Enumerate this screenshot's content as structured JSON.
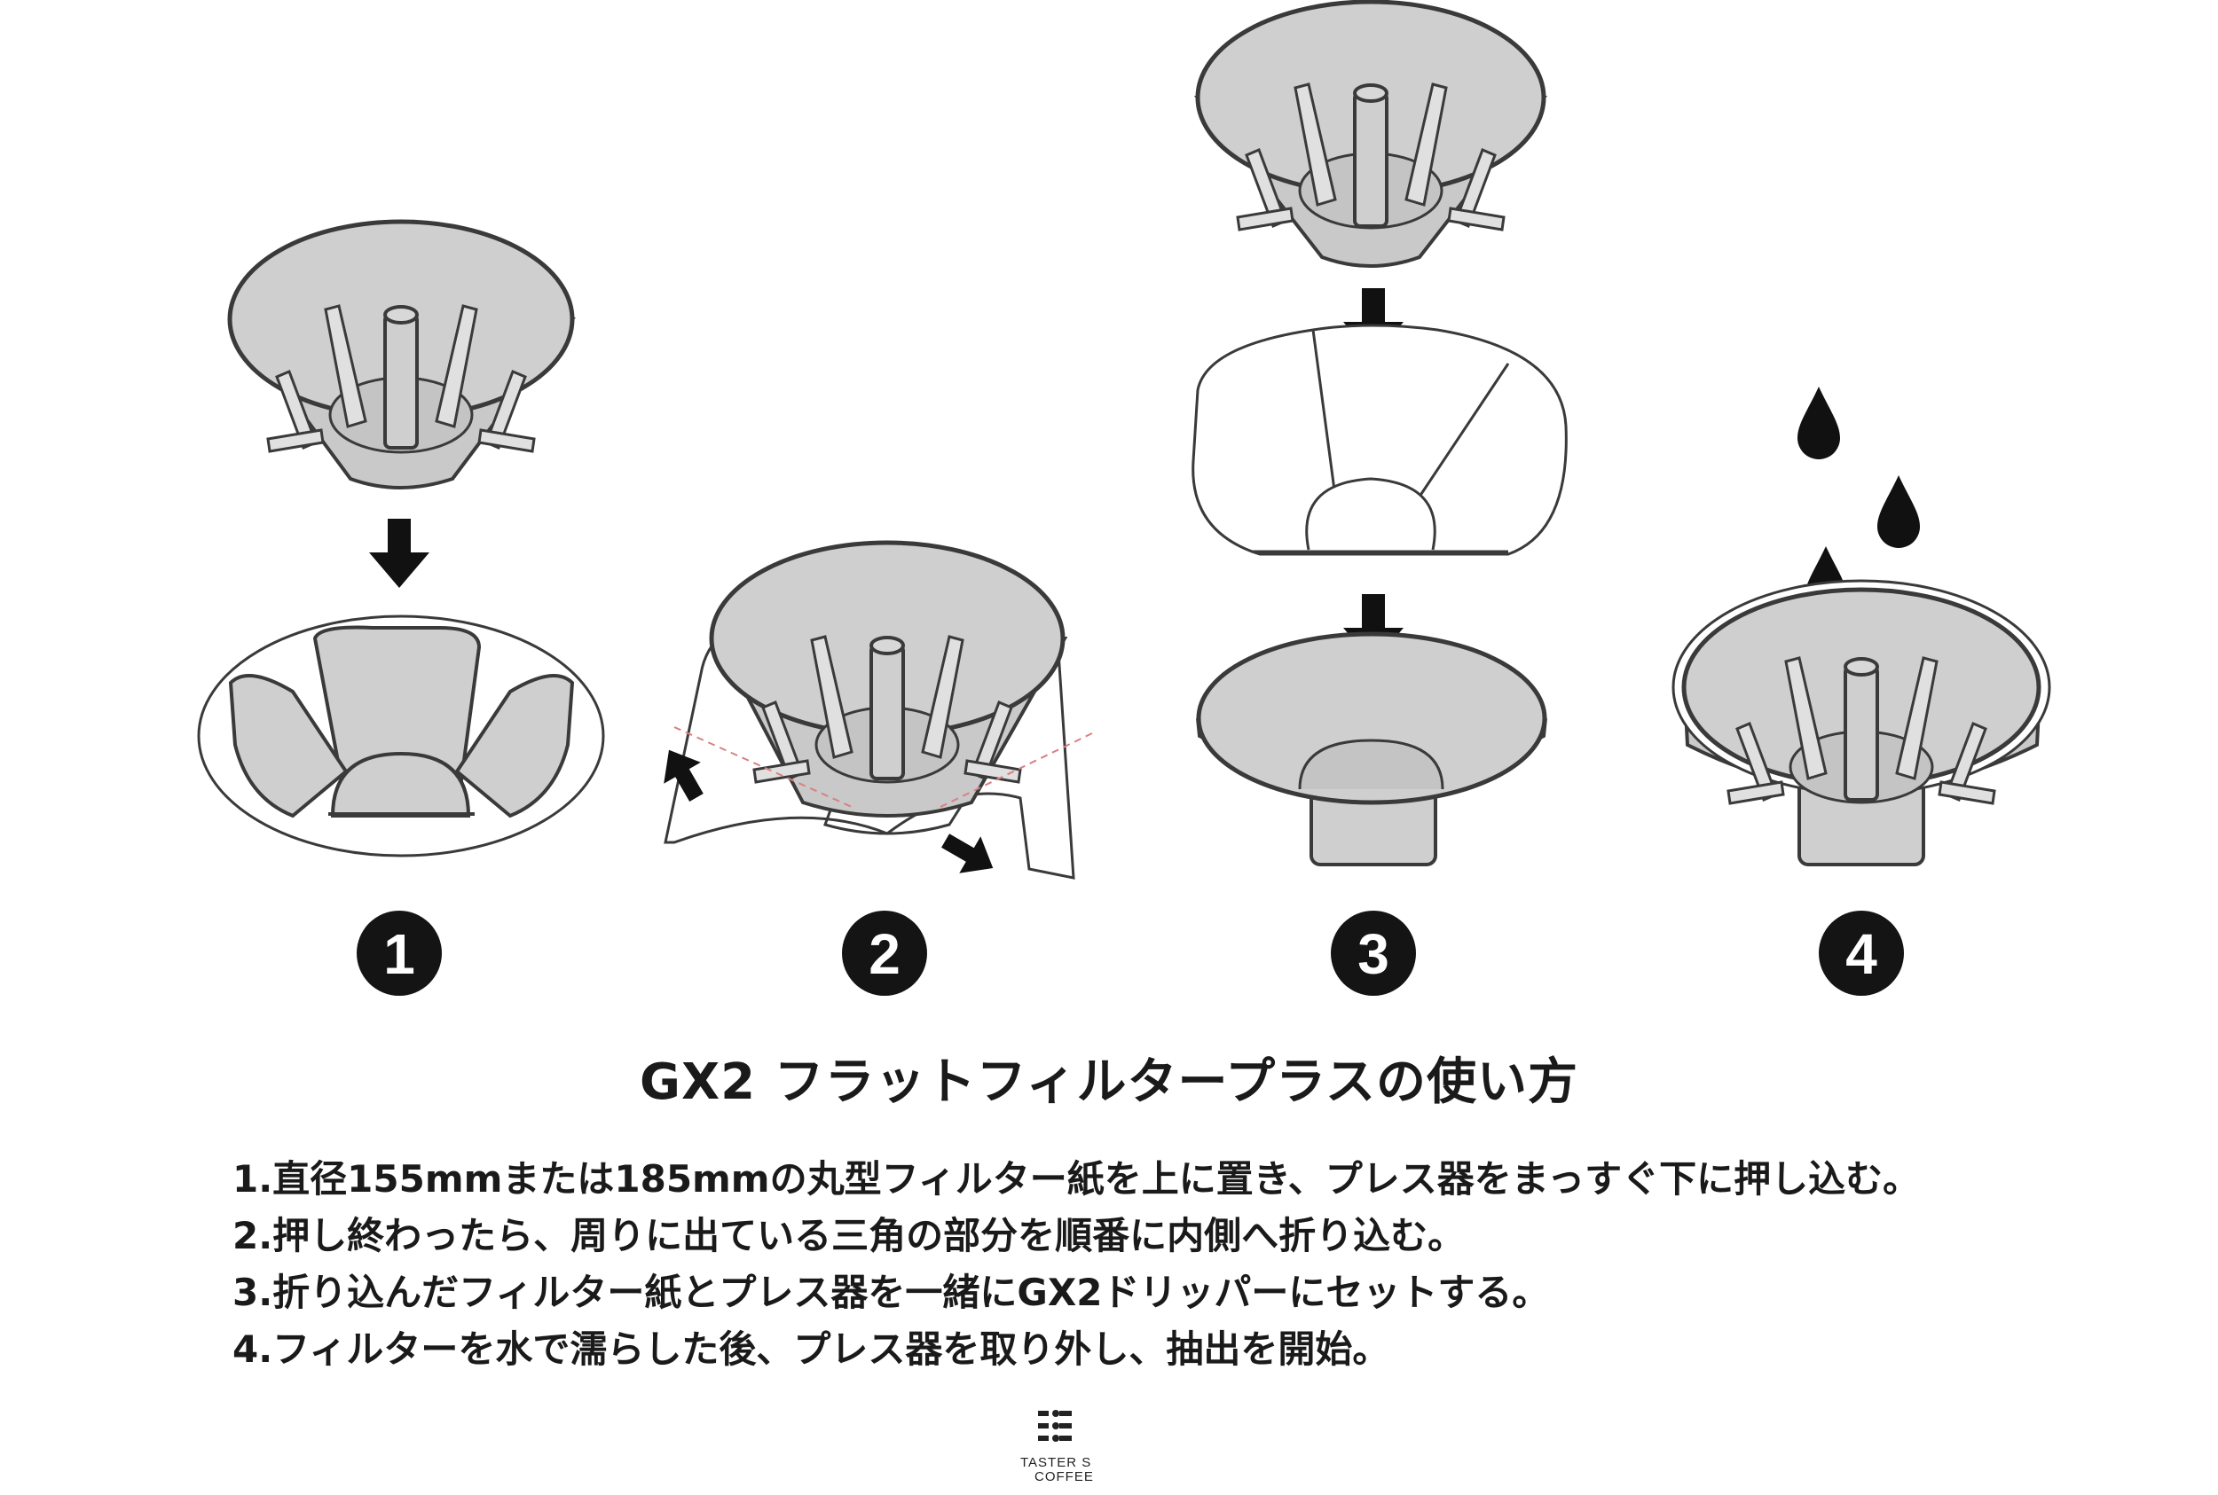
{
  "badges": [
    "1",
    "2",
    "3",
    "4"
  ],
  "title": "GX2 フラットフィルタープラスの使い方",
  "steps": [
    "1.直径155mmまたは185mmの丸型フィルター紙を上に置き、プレス器をまっすぐ下に押し込む。",
    "2.押し終わったら、周りに出ている三角の部分を順番に内側へ折り込む。",
    "3.折り込んだフィルター紙とプレス器を一緒にGX2ドリッパーにセットする。",
    "4.フィルターを水で濡らした後、プレス器を取り外し、抽出を開始。"
  ],
  "logo": {
    "line1": "TASTER S",
    "line2": "COFFEE"
  },
  "colors": {
    "gray_fill": "#cfcfcf",
    "outline": "#3a3a3a",
    "badge": "#141414",
    "dash": "#d98080"
  },
  "icons": [
    "down-arrow-icon",
    "up-arrow-icon",
    "water-drop-icon",
    "logo-icon"
  ]
}
